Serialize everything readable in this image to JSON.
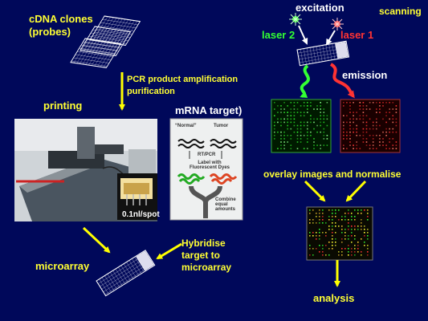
{
  "labels": {
    "cdna_clones": "cDNA clones\n(probes)",
    "pcr": "PCR product amplification\npurification",
    "printing": "printing",
    "mrna_target": "mRNA target)",
    "excitation": "excitation",
    "scanning": "scanning",
    "laser2": "laser 2",
    "laser1": "laser 1",
    "emission": "emission",
    "overlay": "overlay images and normalise",
    "spot": "0.1nl/spot",
    "microarray": "microarray",
    "hybridise": "Hybridise\ntarget to\nmicroarray",
    "analysis": "analysis"
  },
  "mrna_panel": {
    "normal": "“Normal”",
    "tumor": "Tumor",
    "rt_pcr": "RT/PCR",
    "label": "Label with\nFluorescent Dyes",
    "combine": "Combine\nequal\namounts"
  },
  "colors": {
    "background": "#00085a",
    "text_yellow": "#ffff33",
    "arrow_yellow": "#ffff00",
    "laser_green": "#33ff33",
    "laser_red": "#ff3333"
  }
}
